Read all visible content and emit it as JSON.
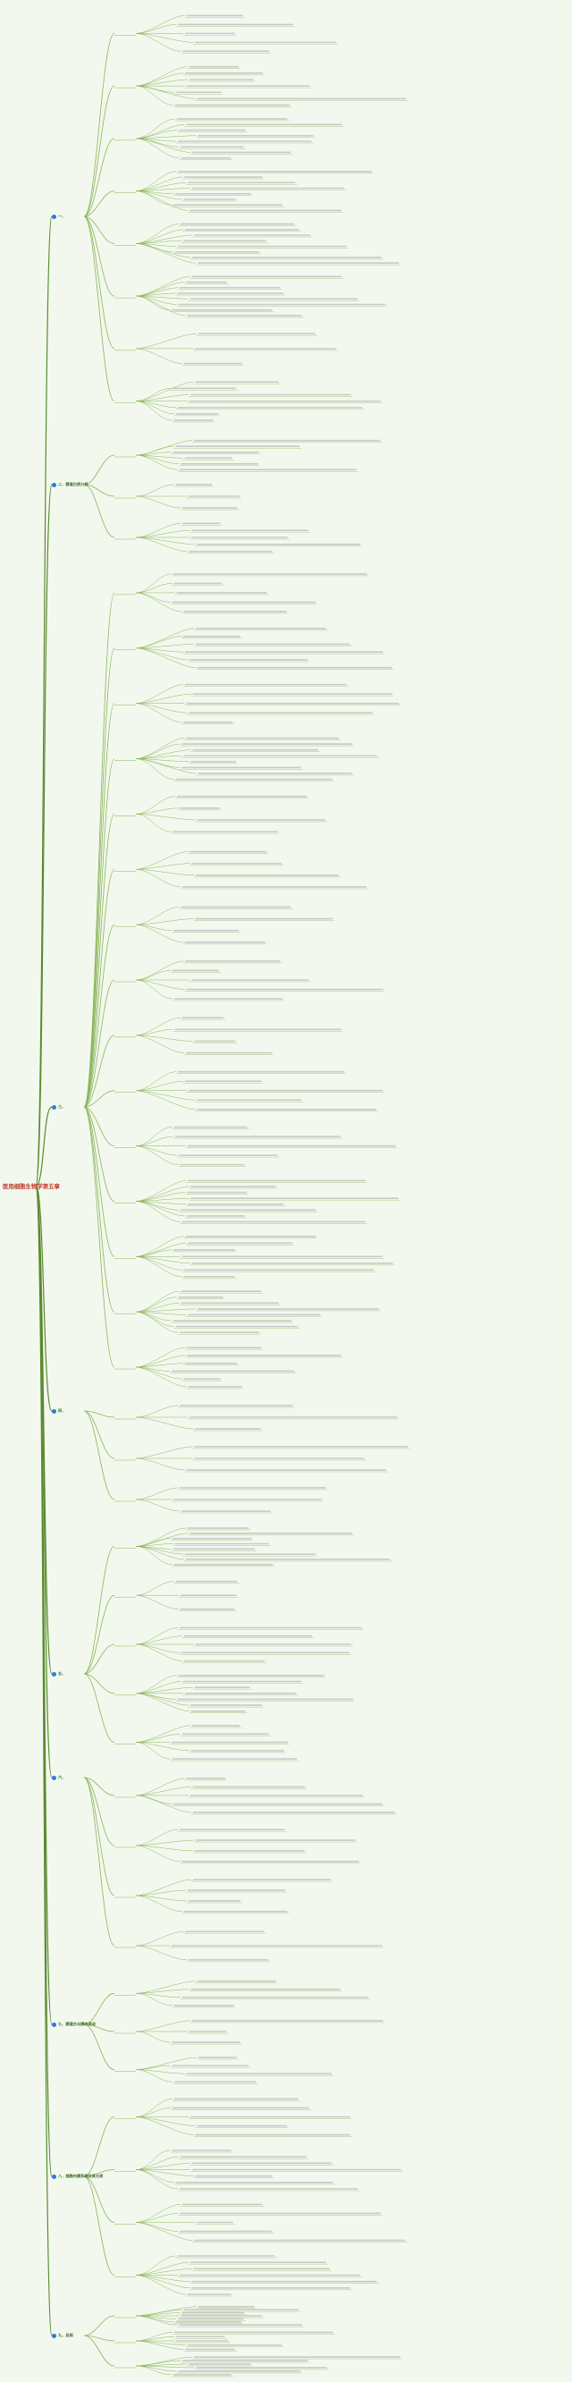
{
  "title": "医用细胞生物学第五章",
  "colors": {
    "line": "#8ab55a",
    "line_dark": "#5a8a2f",
    "title": "#c0392b",
    "text": "#3b3b3b",
    "badge": "#2e7bd6"
  },
  "branches": [
    {
      "label": "一、"
    },
    {
      "label": "二、膜蛋白质分类"
    },
    {
      "label": "三、"
    },
    {
      "label": "四、"
    },
    {
      "label": "五、"
    },
    {
      "label": "六、"
    },
    {
      "label": "七、膜蛋白与膜的流动"
    },
    {
      "label": "八、细胞内膜系统及其分类"
    },
    {
      "label": "九、总结"
    }
  ]
}
